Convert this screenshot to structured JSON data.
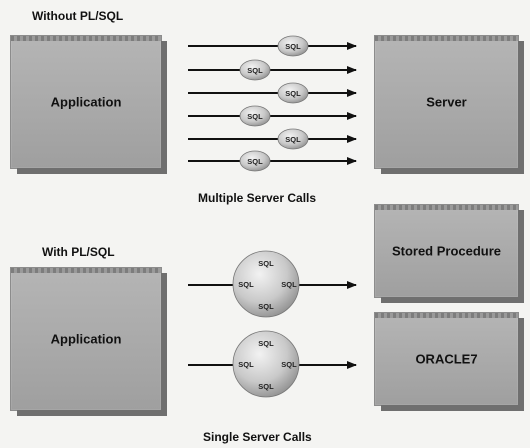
{
  "top": {
    "heading": "Without PL/SQL",
    "left_box": "Application",
    "right_box": "Server",
    "call_label": "SQL",
    "caption": "Multiple Server Calls"
  },
  "bottom": {
    "heading": "With PL/SQL",
    "left_box": "Application",
    "right_box_top": "Stored Procedure",
    "right_box_bottom": "ORACLE7",
    "call_label": "SQL",
    "caption": "Single Server Calls"
  },
  "colors": {
    "box_fill": "#a9a9a9",
    "box_shadow": "#6f6f6f",
    "arrow": "#111111",
    "bubble": "#c8c8c8"
  }
}
